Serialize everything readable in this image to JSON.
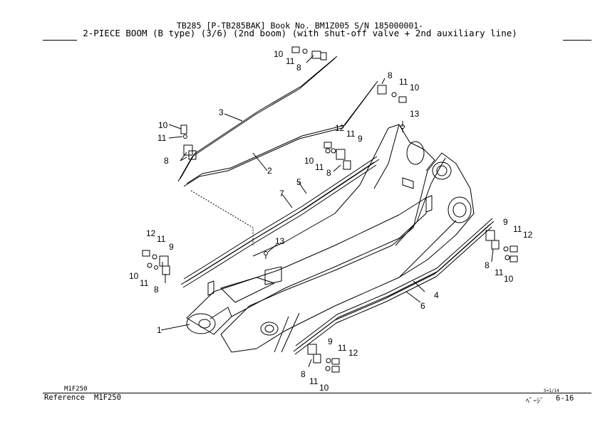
{
  "header": {
    "line1": "TB285  [P-TB285BAK]  Book No. BM1Z005  S/N 185000001-",
    "line2": "2-PIECE BOOM (B type) (3/6) (2nd boom) (with shut-off valve + 2nd auxiliary line)"
  },
  "callouts": [
    "1",
    "2",
    "3",
    "4",
    "5",
    "6",
    "7",
    "8",
    "9",
    "10",
    "11",
    "12",
    "13"
  ],
  "footer": {
    "code_small": "M1F250",
    "reference_label": "Reference",
    "reference_code": "M1F250",
    "scale": "S=1/14",
    "page_label": "ﾍﾟｰｼﾞ",
    "page_number": "6-16"
  }
}
